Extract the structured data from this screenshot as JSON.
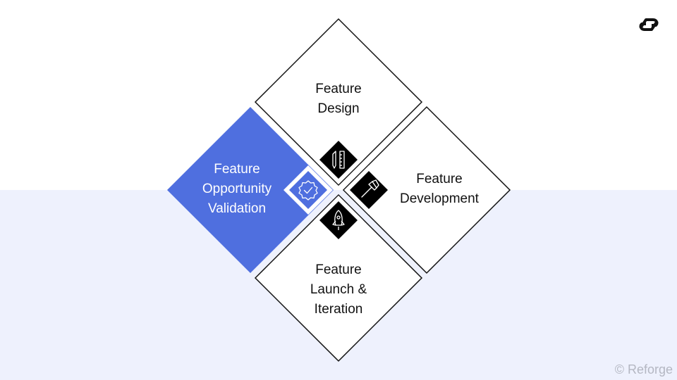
{
  "colors": {
    "accent": "#4f6fdf",
    "background_lower": "#eef1fd",
    "icon_tile": "#000000"
  },
  "stages": [
    {
      "id": "design",
      "lines": [
        "Feature",
        "Design"
      ],
      "icon": "pencil-ruler-icon"
    },
    {
      "id": "validation",
      "lines": [
        "Feature",
        "Opportunity",
        "Validation"
      ],
      "icon": "badge-check-icon",
      "active": true
    },
    {
      "id": "development",
      "lines": [
        "Feature",
        "Development"
      ],
      "icon": "hammer-icon"
    },
    {
      "id": "launch",
      "lines": [
        "Feature",
        "Launch &",
        "Iteration"
      ],
      "icon": "rocket-icon"
    }
  ],
  "footer": {
    "copyright": "© Reforge"
  },
  "logo": "reforge-logo-icon"
}
